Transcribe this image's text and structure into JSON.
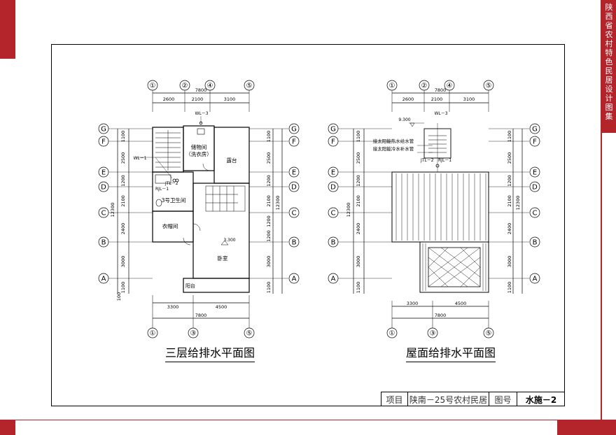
{
  "sidebar_tab": "陕西省农村特色民居设计图集",
  "title_block": {
    "label_project": "项目",
    "project": "陕南－25号农村民居",
    "label_drawing_no": "图号",
    "drawing_no": "水施－2"
  },
  "plans": [
    {
      "title": "三层给排水平面图",
      "axis_top": [
        "①",
        "②",
        "④",
        "⑤"
      ],
      "axis_bottom": [
        "①",
        "③",
        "⑤"
      ],
      "axis_left": [
        "G",
        "F",
        "E",
        "D",
        "C",
        "B",
        "A"
      ],
      "dims_top": [
        "2600",
        "2100",
        "3100"
      ],
      "dim_total_top": "7800",
      "dims_bottom": [
        "3300",
        "4500"
      ],
      "dim_total_bottom": "7800",
      "dims_left": [
        "1100",
        "2500",
        "1200",
        "2100",
        "2400",
        "3000",
        "1100",
        "100"
      ],
      "dims_right": [
        "1100",
        "2500",
        "1200",
        "2100",
        "1200",
        "1200",
        "3000",
        "1100"
      ],
      "dim_total_side": "12300",
      "rooms": [
        "储物间",
        "（洗衣房）",
        "露台",
        "3号卫生间",
        "衣帽间",
        "卧室",
        "阳台"
      ],
      "tags": [
        "WL－3",
        "WL－1",
        "JTL－2",
        "RJL－1",
        "3.300"
      ]
    },
    {
      "title": "屋面给排水平面图",
      "axis_top": [
        "①",
        "②",
        "④",
        "⑤"
      ],
      "axis_bottom": [
        "①",
        "③",
        "⑤"
      ],
      "axis_left": [
        "G",
        "F",
        "E",
        "D",
        "C",
        "B",
        "A"
      ],
      "dims_top": [
        "2600",
        "2100",
        "3100"
      ],
      "dim_total_top": "7800",
      "dims_bottom": [
        "3300",
        "4500"
      ],
      "dim_total_bottom": "7800",
      "dims_left": [
        "1100",
        "2500",
        "1200",
        "2100",
        "2400",
        "3000",
        "1100"
      ],
      "dims_right": [
        "1100",
        "2500",
        "1200",
        "2100",
        "2400",
        "3000",
        "1100"
      ],
      "dim_total_side": "12300",
      "notes": [
        "接太阳能热水给水管",
        "接太阳能冷水补水管"
      ],
      "tags": [
        "WL－3",
        "9.300",
        "JTL－2",
        "RJL－1"
      ]
    }
  ]
}
